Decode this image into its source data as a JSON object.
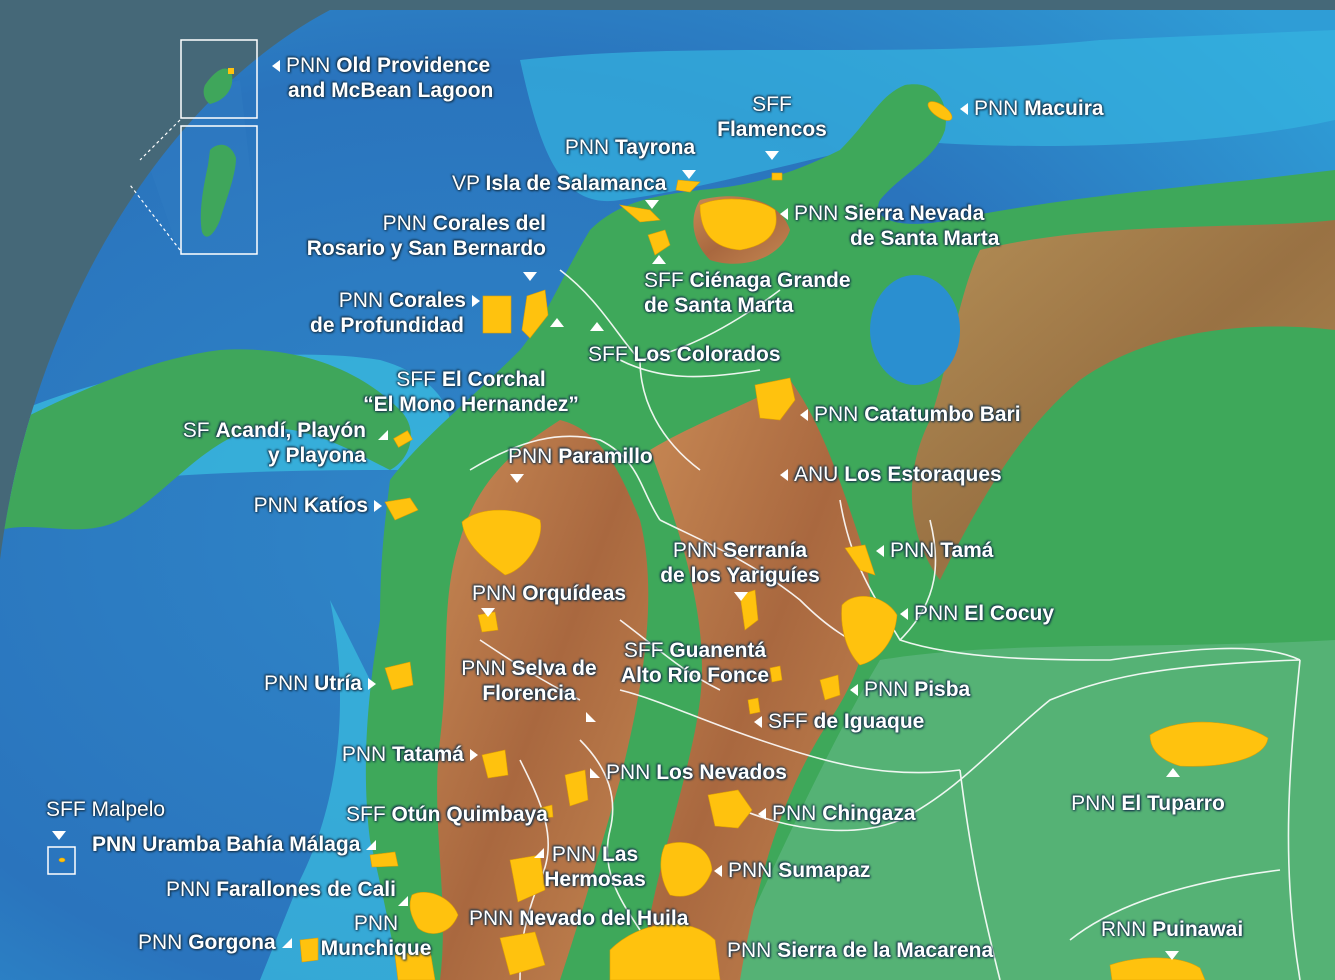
{
  "colors": {
    "frame": "#456878",
    "deep_ocean": "#1c5fa6",
    "shelf": "#3cc6e6",
    "lowland": "#3ea85a",
    "mountain": "#b5764a",
    "park": "#ffc20e",
    "label_text": "#ffffff"
  },
  "inset_islands": {
    "top": {
      "name_pre": "PNN",
      "name_bold": "Old Providence",
      "line2": "and McBean Lagoon"
    }
  },
  "parks": [
    {
      "key": "macuira",
      "pre": "PNN",
      "name": "Macuira"
    },
    {
      "key": "flamencos",
      "pre": "SFF",
      "name": "Flamencos"
    },
    {
      "key": "tayrona",
      "pre": "PNN",
      "name": "Tayrona"
    },
    {
      "key": "salamanca",
      "pre": "VP",
      "name": "Isla de Salamanca"
    },
    {
      "key": "snsm",
      "pre": "PNN",
      "name": "Sierra Nevada",
      "line2": "de Santa Marta"
    },
    {
      "key": "rosario",
      "pre": "PNN",
      "name": "Corales del",
      "line2": "Rosario y San Bernardo"
    },
    {
      "key": "cienaga",
      "pre": "SFF",
      "name": "Ciénaga Grande",
      "line2": "de Santa Marta"
    },
    {
      "key": "profundidad",
      "pre": "PNN",
      "name": "Corales",
      "line2": "de Profundidad"
    },
    {
      "key": "colorados",
      "pre": "SFF",
      "name": "Los Colorados"
    },
    {
      "key": "corchal",
      "pre": "SFF",
      "name": "El Corchal",
      "line2": "“El Mono Hernandez”"
    },
    {
      "key": "catatumbo",
      "pre": "PNN",
      "name": "Catatumbo Bari"
    },
    {
      "key": "acandi",
      "pre": "SF",
      "name": "Acandí, Playón",
      "line2": "y Playona"
    },
    {
      "key": "paramillo",
      "pre": "PNN",
      "name": "Paramillo"
    },
    {
      "key": "estoraques",
      "pre": "ANU",
      "name": "Los Estoraques"
    },
    {
      "key": "katios",
      "pre": "PNN",
      "name": "Katíos"
    },
    {
      "key": "yariguies",
      "pre": "PNN",
      "name": "Serranía",
      "line2": "de los Yariguíes"
    },
    {
      "key": "tama",
      "pre": "PNN",
      "name": "Tamá"
    },
    {
      "key": "orquideas",
      "pre": "PNN",
      "name": "Orquídeas"
    },
    {
      "key": "cocuy",
      "pre": "PNN",
      "name": "El Cocuy"
    },
    {
      "key": "guanenta",
      "pre": "SFF",
      "name": "Guanentá",
      "line2": "Alto Río Fonce"
    },
    {
      "key": "florencia",
      "pre": "PNN",
      "name": "Selva de",
      "line2": "Florencia"
    },
    {
      "key": "utria",
      "pre": "PNN",
      "name": "Utría"
    },
    {
      "key": "pisba",
      "pre": "PNN",
      "name": "Pisba"
    },
    {
      "key": "iguaque",
      "pre": "SFF",
      "name": "de Iguaque"
    },
    {
      "key": "tatama",
      "pre": "PNN",
      "name": "Tatamá"
    },
    {
      "key": "nevados",
      "pre": "PNN",
      "name": "Los Nevados"
    },
    {
      "key": "tuparro",
      "pre": "PNN",
      "name": "El Tuparro"
    },
    {
      "key": "malpelo",
      "pre": "SFF",
      "name": "Malpelo"
    },
    {
      "key": "otun",
      "pre": "SFF",
      "name": "Otún Quimbaya"
    },
    {
      "key": "chingaza",
      "pre": "PNN",
      "name": "Chingaza"
    },
    {
      "key": "uramba",
      "pre": "PNN",
      "name": "Uramba Bahía Málaga"
    },
    {
      "key": "hermosas",
      "pre": "PNN",
      "name": "Las",
      "line2": "Hermosas"
    },
    {
      "key": "sumapaz",
      "pre": "PNN",
      "name": "Sumapaz"
    },
    {
      "key": "farallones",
      "pre": "PNN",
      "name": "Farallones de Cali"
    },
    {
      "key": "huila",
      "pre": "PNN",
      "name": "Nevado del Huila"
    },
    {
      "key": "puinawai",
      "pre": "RNN",
      "name": "Puinawai"
    },
    {
      "key": "munchique",
      "pre": "PNN",
      "name": "",
      "line2": "Munchique"
    },
    {
      "key": "gorgona",
      "pre": "PNN",
      "name": "Gorgona"
    },
    {
      "key": "macarena",
      "pre": "PNN",
      "name": "Sierra de la Macarena"
    }
  ]
}
